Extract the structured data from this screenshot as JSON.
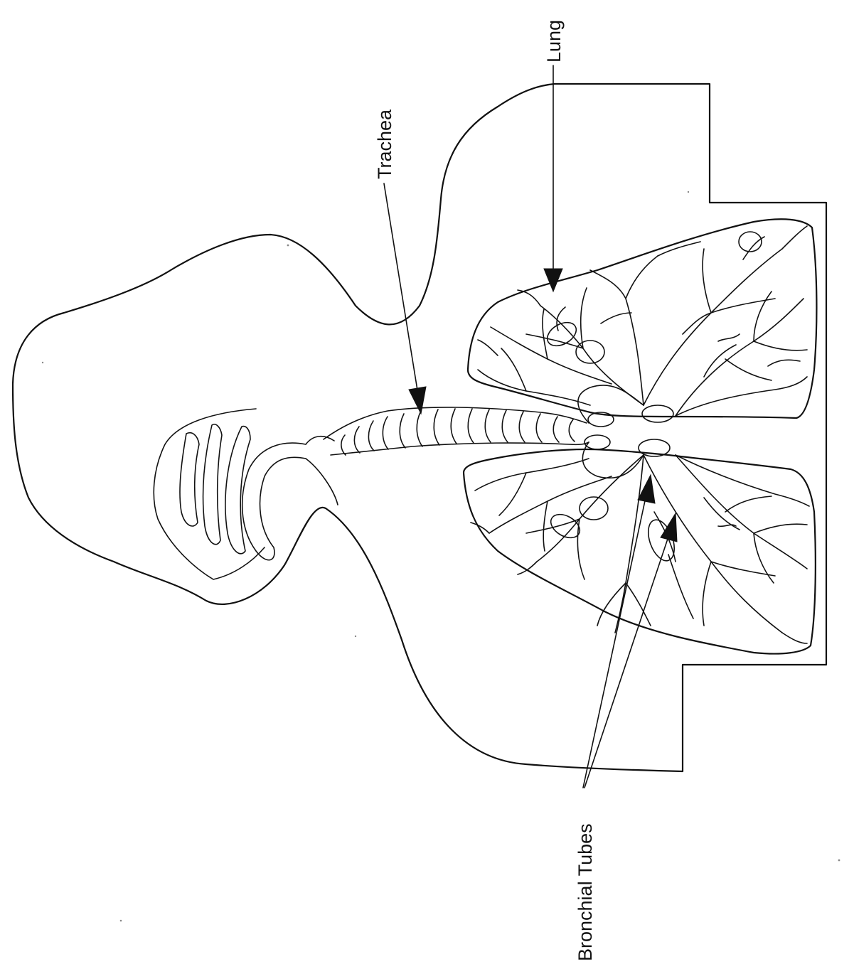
{
  "diagram": {
    "labels": {
      "lung": "Lung",
      "trachea": "Trachea",
      "bronchial_tubes": "Bronchial Tubes"
    },
    "colors": {
      "ink": "#111111",
      "paper": "#ffffff"
    }
  }
}
